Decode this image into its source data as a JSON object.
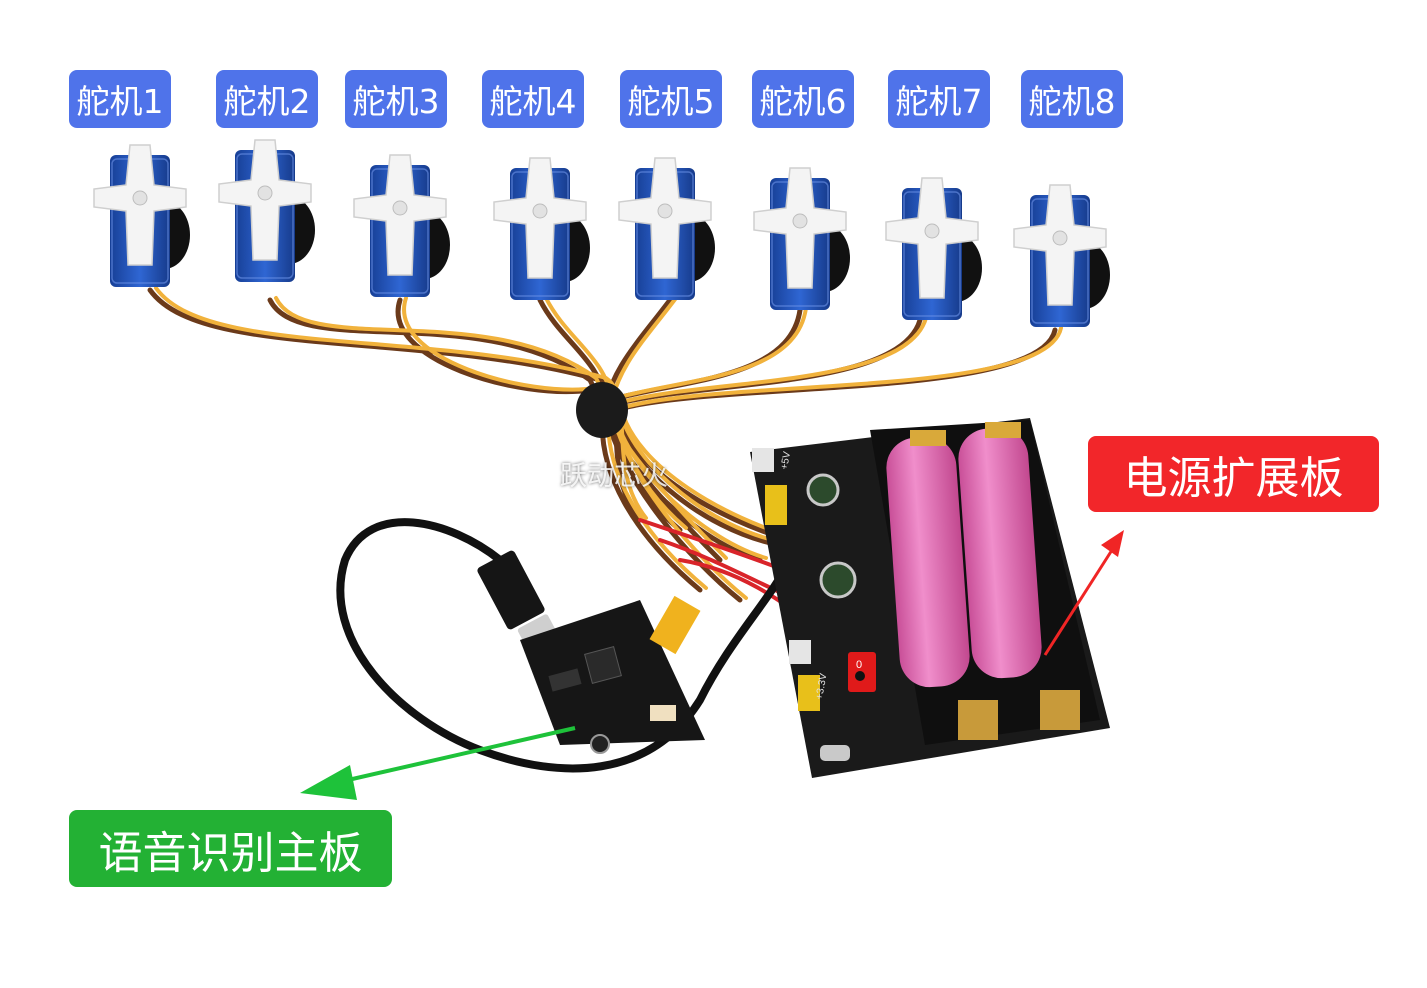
{
  "servo_labels": [
    "舵机1",
    "舵机2",
    "舵机3",
    "舵机4",
    "舵机5",
    "舵机6",
    "舵机7",
    "舵机8"
  ],
  "power_board_label": "电源扩展板",
  "voice_board_label": "语音识别主板",
  "watermark": "跃动芯火",
  "silkscreen": {
    "v_plus": "+5V",
    "v33": "+3.3V",
    "lo": "0"
  },
  "colors": {
    "servo_tag": "#4f73ea",
    "power_tag": "#f2262a",
    "voice_tag": "#23b134",
    "servo_body": "#1f4fb0",
    "battery": "#e56fb4",
    "pcb": "#1a1a1a",
    "switch": "#e01a1a"
  }
}
